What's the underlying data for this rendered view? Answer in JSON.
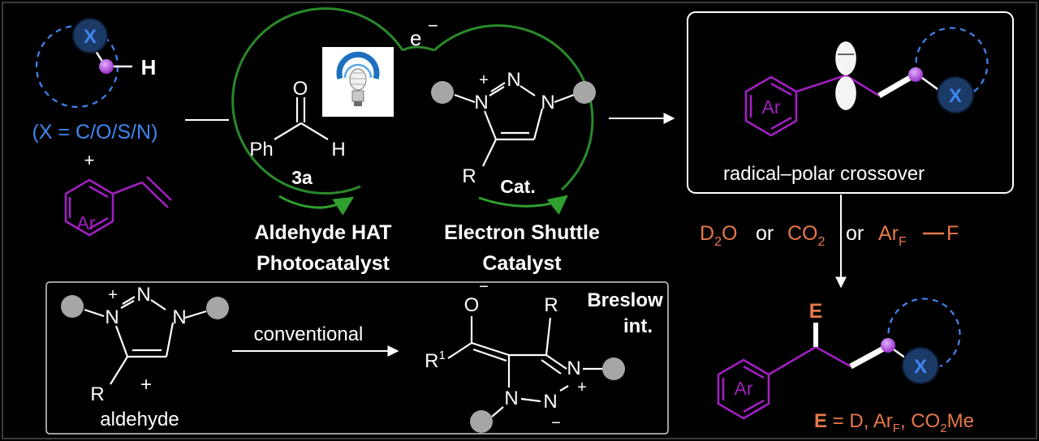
{
  "colors": {
    "background": "#000000",
    "substrate_blue": "#3f86f0",
    "aryl_purple": "#a020c0",
    "cycle_green": "#2a8a2a",
    "reagent_orange": "#e8784a",
    "dummy_grey": "#a6a6a6",
    "frame_white": "#ffffff"
  },
  "icons": [
    "light-bulb-icon"
  ],
  "substrate": {
    "x_atom": "X",
    "h_atom": "H",
    "x_definition": "(X = C/O/S/N)",
    "plus": "+",
    "aryl": "Ar"
  },
  "hat_cycle": {
    "ph": "Ph",
    "o": "O",
    "h": "H",
    "compound_label": "3a",
    "title_line1": "Aldehyde HAT",
    "title_line2": "Photocatalyst"
  },
  "electron": {
    "symbol": "e",
    "charge": "−"
  },
  "shuttle_cycle": {
    "plus": "+",
    "n": "N",
    "r": "R",
    "cat_label": "Cat.",
    "title_line1": "Electron Shuttle",
    "title_line2": "Catalyst"
  },
  "crossover": {
    "aryl": "Ar",
    "x_atom": "X",
    "caption": "radical–polar crossover"
  },
  "reagents": {
    "d2o_d": "D",
    "d2o_2": "2",
    "d2o_o": "O",
    "or1": "or",
    "co2_co": "CO",
    "co2_2": "2",
    "or2": "or",
    "arf_ar": "Ar",
    "arf_f": "F",
    "arf_bond_f": "F"
  },
  "product": {
    "e_atom": "E",
    "aryl": "Ar",
    "x_atom": "X",
    "def_e": "E",
    "def_rest1": " = D, Ar",
    "def_f": "F",
    "def_rest2": ", CO",
    "def_2": "2",
    "def_me": "Me"
  },
  "conventional": {
    "plus_charge": "+",
    "n": "N",
    "r": "R",
    "plus_sign": "+",
    "aldehyde_label": "aldehyde",
    "arrow_label": "conventional",
    "o_anion": "O",
    "minus": "−",
    "r1": "R",
    "r1_sup": "1",
    "breslow_line1": "Breslow",
    "breslow_line2": "int."
  }
}
